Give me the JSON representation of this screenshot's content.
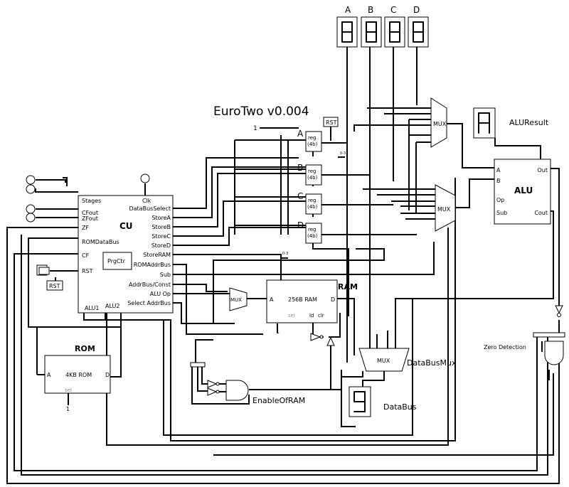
{
  "title": "EuroTwo v0.004",
  "displays": {
    "labels": [
      "A",
      "B",
      "C",
      "D"
    ],
    "alu_result": "ALUResult",
    "databus": "DataBus"
  },
  "cu": {
    "name": "CU",
    "left_pins": [
      "Stages",
      "CFout",
      "ZFout",
      "ZF",
      "ROMDataBus",
      "CF",
      "RST"
    ],
    "right_pins": [
      "Clk",
      "DataBusSelect",
      "StoreA",
      "StoreB",
      "StoreC",
      "StoreD",
      "StoreRAM",
      "ROMAddrBus",
      "Sub",
      "AddrBus/Const",
      "ALU Op",
      "Select AddrBus"
    ],
    "bottom_pins": [
      "ALU1",
      "ALU2"
    ],
    "prgctr": "PrgCtr"
  },
  "rst": "RST",
  "constant_one": "1",
  "registers": {
    "labels": [
      "A",
      "B",
      "C",
      "D"
    ],
    "chip_text": "reg",
    "width_text": "(4b)"
  },
  "mux_label": "MUX",
  "databus_mux": "DataBusMux",
  "alu": {
    "name": "ALU",
    "pins_left": [
      "A",
      "B",
      "Op",
      "Sub"
    ],
    "pins_right": [
      "Out",
      "Cout"
    ]
  },
  "ram": {
    "name": "RAM",
    "chip": "256B RAM",
    "pin_a": "A",
    "pin_d": "D",
    "sel": "sel",
    "ld": "ld",
    "clr": "clr"
  },
  "rom": {
    "name": "ROM",
    "chip": "4KB ROM",
    "pin_a": "A",
    "pin_d": "D",
    "sel": "sel"
  },
  "enable_of_ram": "EnableOfRAM",
  "zero_detection": "Zero Detection",
  "splitter_text": "0-3"
}
